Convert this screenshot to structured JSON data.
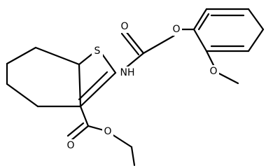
{
  "atoms": {
    "sulfur": "S",
    "amide_nh": "NH",
    "amide_o": "O",
    "ether_o": "O",
    "methoxy_o": "O",
    "ester_carbonyl_o": "O",
    "ester_o": "O"
  }
}
